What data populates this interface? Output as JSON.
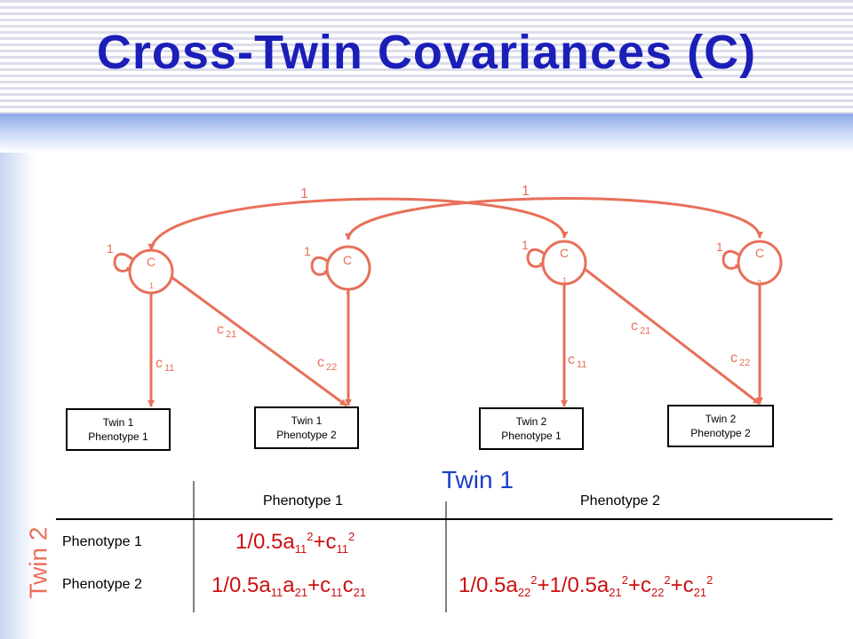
{
  "title": "Cross-Twin Covariances (C)",
  "colors": {
    "title": "#1b1fb8",
    "diagram": "#e8705a",
    "twin1": "#1b3fc8",
    "twin2": "#e8705a",
    "formula": "#cc1010"
  },
  "diagram": {
    "cross_paths": [
      "1",
      "1"
    ],
    "factors": [
      {
        "letter": "C",
        "index": "1",
        "variance": "1"
      },
      {
        "letter": "C",
        "index": "2",
        "variance": "1"
      },
      {
        "letter": "C",
        "index": "1",
        "variance": "1"
      },
      {
        "letter": "C",
        "index": "2",
        "variance": "1"
      }
    ],
    "paths": [
      {
        "base": "c",
        "sub": "11"
      },
      {
        "base": "c",
        "sub": "21"
      },
      {
        "base": "c",
        "sub": "22"
      },
      {
        "base": "c",
        "sub": "11"
      },
      {
        "base": "c",
        "sub": "21"
      },
      {
        "base": "c",
        "sub": "22"
      }
    ],
    "phenotypes": [
      {
        "line1": "Twin 1",
        "line2": "Phenotype 1"
      },
      {
        "line1": "Twin 1",
        "line2": "Phenotype 2"
      },
      {
        "line1": "Twin 2",
        "line2": "Phenotype 1"
      },
      {
        "line1": "Twin 2",
        "line2": "Phenotype 2"
      }
    ]
  },
  "table": {
    "col_group_label": "Twin 1",
    "row_group_label": "Twin 2",
    "columns": [
      "Phenotype 1",
      "Phenotype 2"
    ],
    "rows": [
      {
        "label": "Phenotype 1",
        "cells": [
          {
            "parts": [
              [
                "t",
                "1/0.5a"
              ],
              [
                "sub",
                "11"
              ],
              [
                "sup",
                "2"
              ],
              [
                "t",
                "+c"
              ],
              [
                "sub",
                "11"
              ],
              [
                "sup",
                "2"
              ]
            ]
          },
          {
            "parts": []
          }
        ]
      },
      {
        "label": "Phenotype 2",
        "cells": [
          {
            "parts": [
              [
                "t",
                "1/0.5a"
              ],
              [
                "sub",
                "11"
              ],
              [
                "t",
                "a"
              ],
              [
                "sub",
                "21"
              ],
              [
                "t",
                "+c"
              ],
              [
                "sub",
                "11"
              ],
              [
                "t",
                "c"
              ],
              [
                "sub",
                "21"
              ]
            ]
          },
          {
            "parts": [
              [
                "t",
                "1/0.5a"
              ],
              [
                "sub",
                "22"
              ],
              [
                "sup",
                "2"
              ],
              [
                "t",
                "+1/0.5a"
              ],
              [
                "sub",
                "21"
              ],
              [
                "sup",
                "2"
              ],
              [
                "t",
                "+c"
              ],
              [
                "sub",
                "22"
              ],
              [
                "sup",
                "2"
              ],
              [
                "t",
                "+c"
              ],
              [
                "sub",
                "21"
              ],
              [
                "sup",
                "2"
              ]
            ]
          }
        ]
      }
    ]
  }
}
